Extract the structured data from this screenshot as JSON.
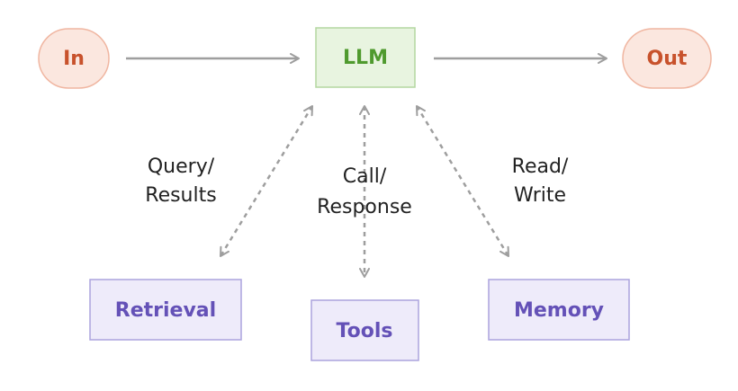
{
  "nodes": {
    "input": {
      "label": "In"
    },
    "llm": {
      "label": "LLM"
    },
    "output": {
      "label": "Out"
    },
    "retrieval": {
      "label": "Retrieval"
    },
    "tools": {
      "label": "Tools"
    },
    "memory": {
      "label": "Memory"
    }
  },
  "edges": {
    "retrieval": {
      "line1": "Query/",
      "line2": "Results"
    },
    "tools": {
      "line1": "Call/",
      "line2": "Response"
    },
    "memory": {
      "line1": "Read/",
      "line2": "Write"
    }
  },
  "colors": {
    "io_fill": "#fbe7df",
    "io_stroke": "#f0b6a1",
    "io_text": "#c8522c",
    "llm_fill": "#e8f4e0",
    "llm_stroke": "#b4d7a0",
    "llm_text": "#4f9a2e",
    "aug_fill": "#eeebfa",
    "aug_stroke": "#aca3dd",
    "aug_text": "#6451b7",
    "arrow": "#9e9e9e"
  }
}
